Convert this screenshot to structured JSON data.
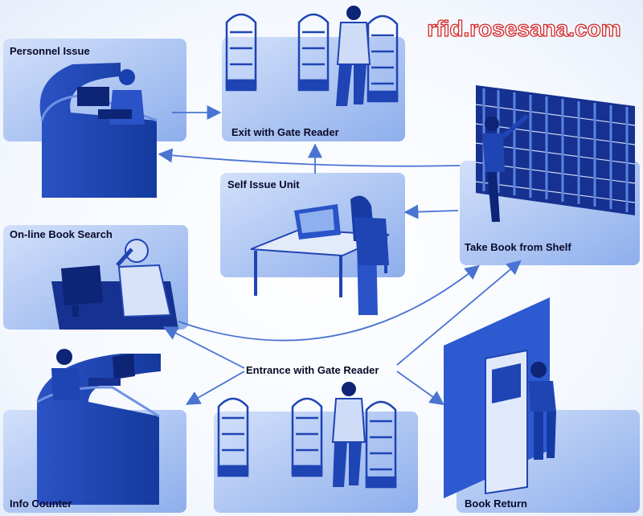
{
  "watermark": "rfid.rosesana.com",
  "nodes": {
    "personnel_issue": "Personnel Issue",
    "exit_gate": "Exit with Gate Reader",
    "self_issue": "Self Issue Unit",
    "online_search": "On-line Book Search",
    "take_book": "Take Book from Shelf",
    "entrance_gate": "Entrance with Gate Reader",
    "info_counter": "Info Counter",
    "book_return": "Book Return"
  },
  "colors": {
    "panel": "#8fb0ee",
    "panel_light": "#cddcf8",
    "figure": "#1f44b4",
    "figure_dark": "#0d2477",
    "arrow": "#4a74d2",
    "watermark_fill": "#ffffff",
    "watermark_stroke": "#d42828"
  }
}
